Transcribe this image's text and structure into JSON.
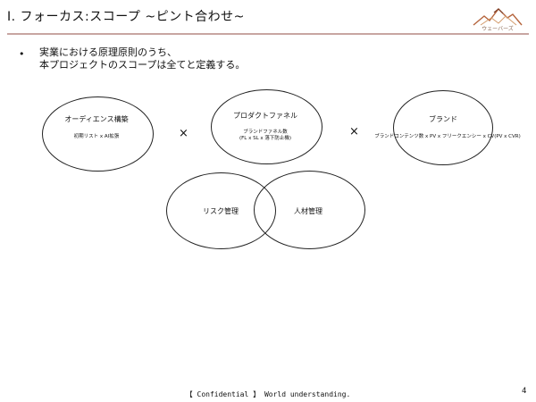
{
  "slide": {
    "title": "Ⅰ. フォーカス:スコープ ~ピント合わせ~",
    "logo_text": "ウェーバーズ",
    "bullet_line1": "実業における原理原則のうち、",
    "bullet_line2": "本プロジェクトのスコープは全てと定義する。",
    "bullet_symbol": "•"
  },
  "scope": {
    "audience": {
      "title": "オーディエンス構築",
      "detail": "初期リスト x AI拡張"
    },
    "funnel": {
      "title": "プロダクトファネル",
      "detail_line1": "ブランドファネル数",
      "detail_line2": "(FL x SL x 落下防止機)"
    },
    "brand": {
      "title": "ブランド",
      "detail": "ブランドコンテンツ数 x PV x フリークエンシー x CV(PV x CVR)"
    },
    "risk": {
      "title": "リスク管理"
    },
    "talent": {
      "title": "人材管理"
    },
    "operator": "×"
  },
  "footer": {
    "text": "【 Confidential 】  World understanding.",
    "page": "4"
  }
}
